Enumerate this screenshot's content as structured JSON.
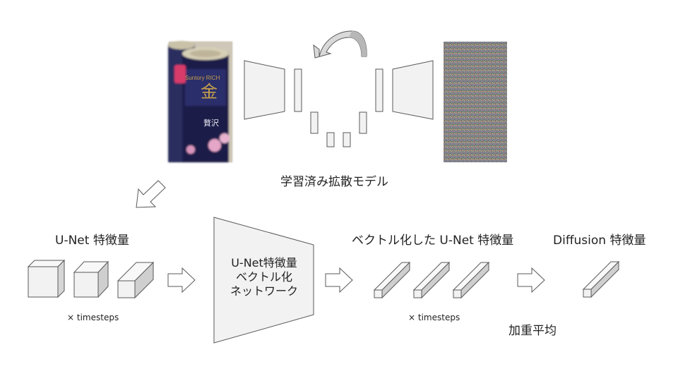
{
  "diagram": {
    "top": {
      "model_label": "学習済み拡散モデル",
      "image_label": "",
      "photo_text": {
        "can_top": "金",
        "can_brand": "Suntory RICH",
        "can_kanji": "贅沢"
      }
    },
    "pipeline": {
      "unet_features_label": "U-Net 特徴量",
      "timesteps_left": "× timesteps",
      "network_lines": [
        "U-Net特徴量",
        "ベクトル化",
        "ネットワーク"
      ],
      "vectorized_label": "ベクトル化した U-Net 特徴量",
      "timesteps_right": "× timesteps",
      "weighted_avg_label": "加重平均",
      "diffusion_features_label": "Diffusion 特徴量"
    },
    "colors": {
      "shape_fill": "#f2f2f2",
      "shape_stroke": "#595959",
      "arrow_fill": "#ffffff",
      "can_navy": "#1d1f4a",
      "can_gold": "#c7a04a"
    }
  }
}
